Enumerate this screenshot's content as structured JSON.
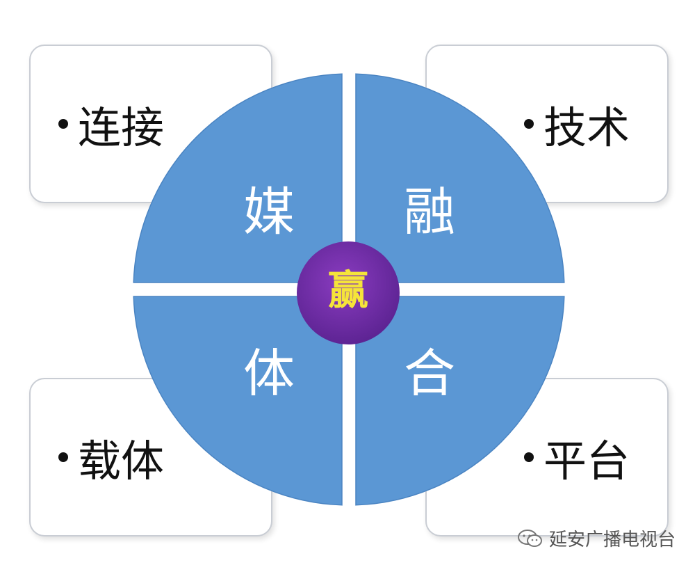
{
  "cards": {
    "top_left": "连接",
    "top_right": "技术",
    "bottom_left": "载体",
    "bottom_right": "平台"
  },
  "quadrants": {
    "top_left": "媒",
    "top_right": "融",
    "bottom_left": "体",
    "bottom_right": "合"
  },
  "center": {
    "label": "赢"
  },
  "watermark": {
    "text": "延安广播电视台",
    "icon": "wechat-icon"
  },
  "colors": {
    "quadrant_blue": "#5b97d4",
    "center_purple": "#6b2fa0",
    "center_text": "#f5e43a"
  }
}
